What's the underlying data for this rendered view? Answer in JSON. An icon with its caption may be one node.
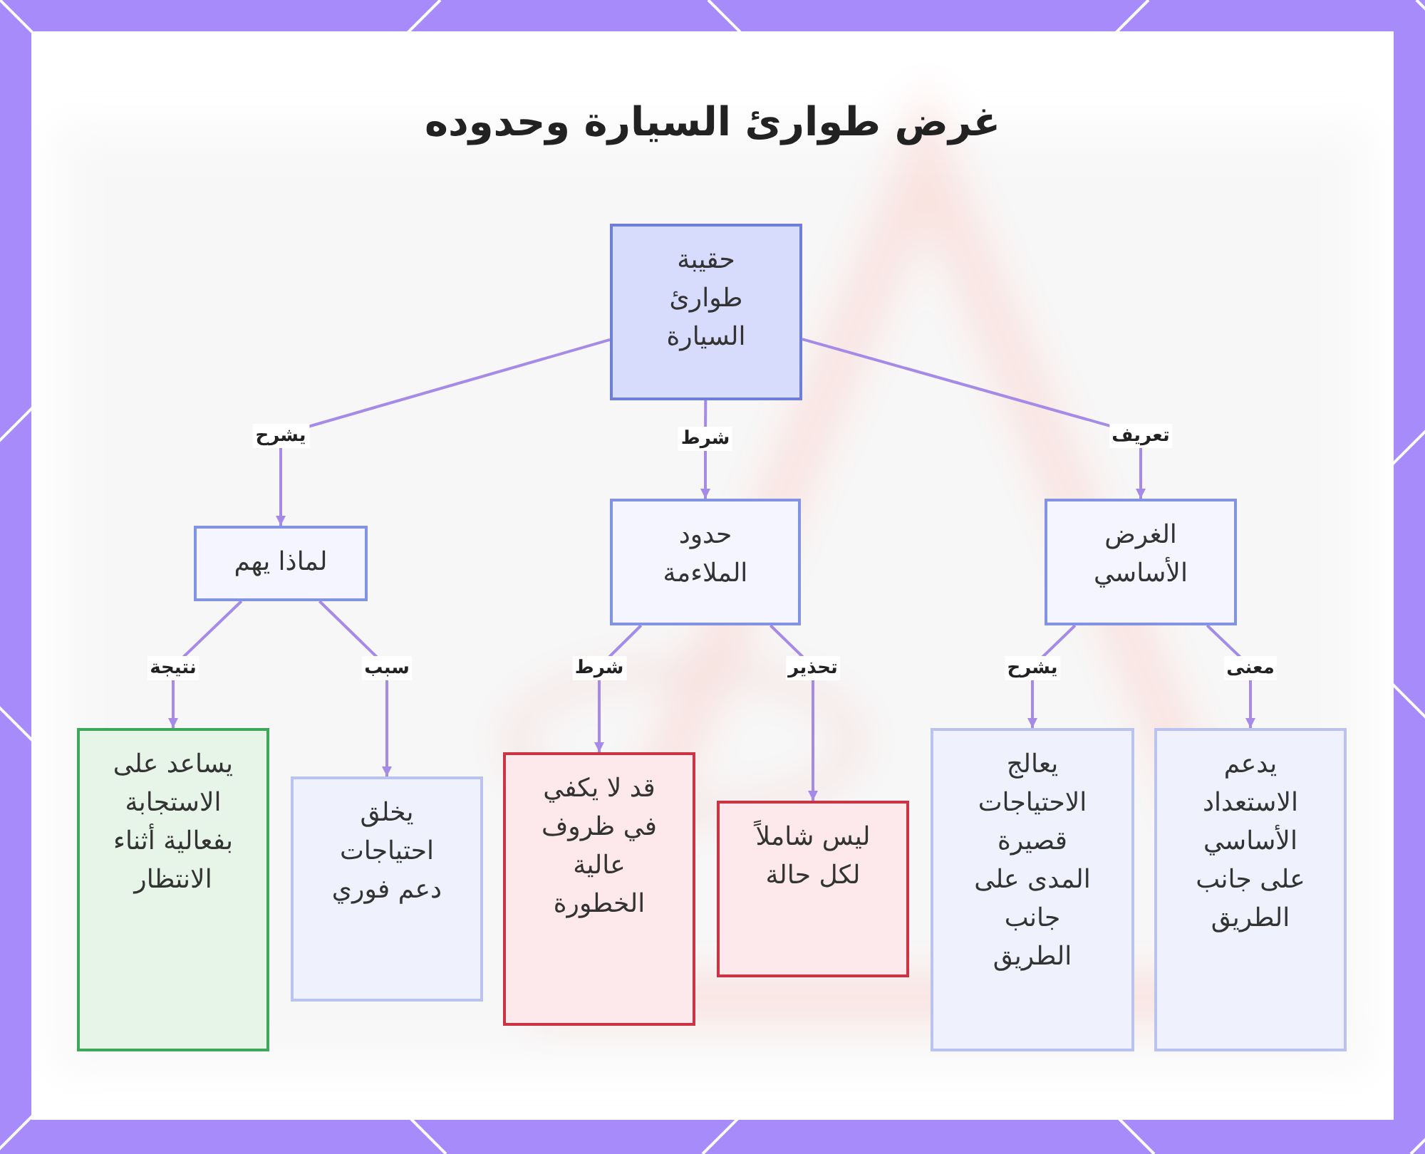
{
  "diagram": {
    "title": "غرض طوارئ السيارة وحدوده",
    "nodes": [
      {
        "text": [
          "حقيبة طوارئ السيارة"
        ]
      },
      {
        "text": [
          "الغرض الأساسي"
        ]
      },
      {
        "text": [
          "حدود الملاءمة"
        ]
      },
      {
        "text": [
          "لماذا يهم"
        ]
      },
      {
        "text": [
          "يدعم الاستعداد الأساسي على جانب الطريق"
        ]
      },
      {
        "text": [
          "يعالج الاحتياجات قصيرة المدى على جانب الطريق"
        ]
      },
      {
        "text": [
          "ليس شاملاً لكل حالة"
        ]
      },
      {
        "text": [
          "قد لا يكفي في ظروف عالية الخطورة"
        ]
      },
      {
        "text": [
          "يخلق احتياجات دعم فوري"
        ]
      },
      {
        "text": [
          "يساعد على الاستجابة بفعالية أثناء الانتظار"
        ]
      }
    ],
    "edges": [
      {
        "from": 0,
        "to": 1,
        "arrow": "to",
        "label": "تعريف"
      },
      {
        "from": 0,
        "to": 2,
        "arrow": "to",
        "label": "شرط"
      },
      {
        "from": 0,
        "to": 3,
        "arrow": "to",
        "label": "يشرح"
      },
      {
        "from": 1,
        "to": 4,
        "arrow": "to",
        "label": "معنى"
      },
      {
        "from": 1,
        "to": 5,
        "arrow": "to",
        "label": "يشرح"
      },
      {
        "from": 2,
        "to": 6,
        "arrow": "to",
        "label": "تحذير"
      },
      {
        "from": 2,
        "to": 7,
        "arrow": "to",
        "label": "شرط"
      },
      {
        "from": 3,
        "to": 8,
        "arrow": "to",
        "label": "سبب"
      },
      {
        "from": 3,
        "to": 9,
        "arrow": "to",
        "label": "نتيجة"
      }
    ]
  }
}
